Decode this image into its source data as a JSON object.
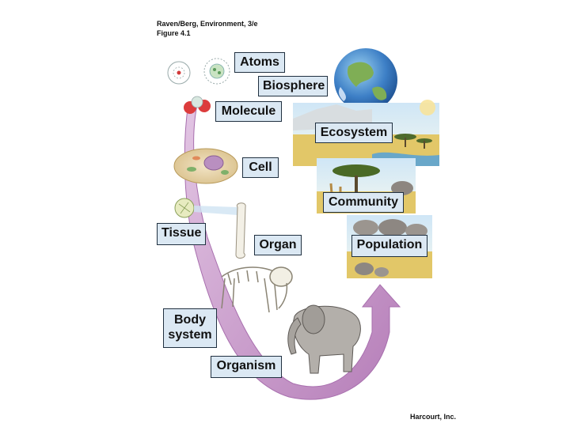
{
  "header": {
    "line1": "Raven/Berg, Environment, 3/e",
    "line2": "Figure 4.1"
  },
  "levels": {
    "atoms": "Atoms",
    "biosphere": "Biosphere",
    "molecule": "Molecule",
    "ecosystem": "Ecosystem",
    "cell": "Cell",
    "community": "Community",
    "tissue": "Tissue",
    "organ": "Organ",
    "population": "Population",
    "body_system": "Body system",
    "organism": "Organism"
  },
  "footer": {
    "publisher": "Harcourt, Inc."
  },
  "colors": {
    "arrow": "#c79cc9",
    "label_fill": "#dbe8f3",
    "label_border": "#203040"
  }
}
